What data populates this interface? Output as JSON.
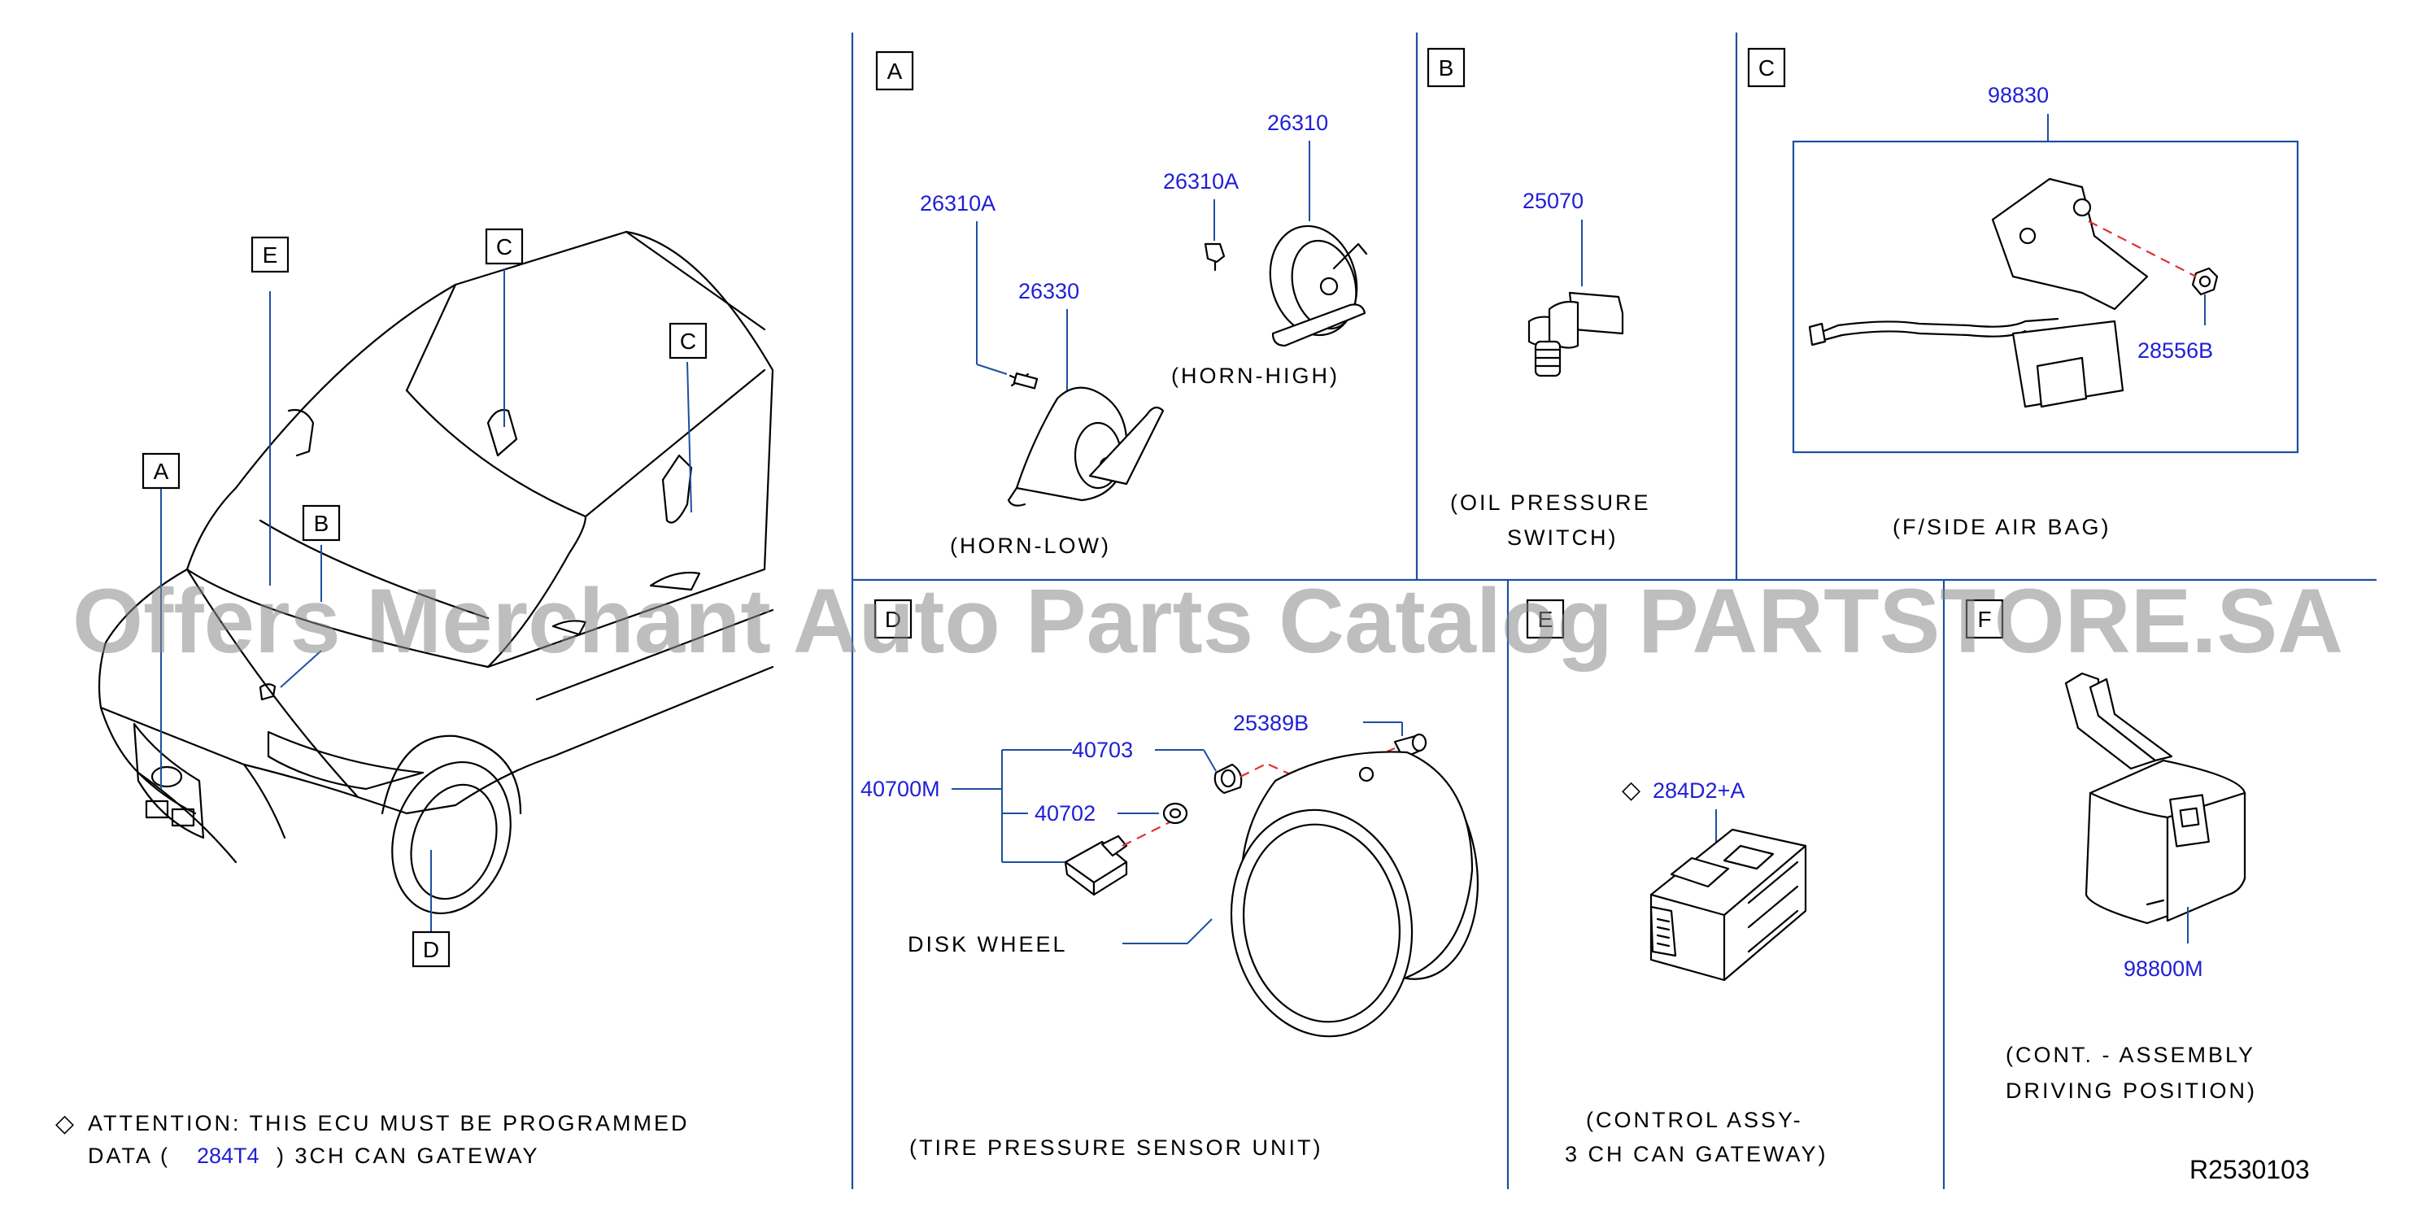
{
  "watermark": "Offers Merchant Auto Parts Catalog PARTSTORE.SA",
  "diagram_id": "R2530103",
  "colors": {
    "part_number": "#1f1fd6",
    "frame": "#1e4fa0",
    "dashed_line": "#e03030",
    "text": "#000000"
  },
  "car_overview": {
    "callouts": {
      "A": "A",
      "B": "B",
      "C1": "C",
      "C2": "C",
      "D": "D",
      "E": "E"
    }
  },
  "attention_note": {
    "symbol": "◇",
    "line1": "ATTENTION:  THIS  ECU  MUST  BE  PROGRAMMED",
    "line2_prefix": "DATA  (",
    "line2_part": "284T4",
    "line2_suffix": ")  3CH  CAN  GATEWAY"
  },
  "sections": {
    "A": {
      "label": "A",
      "parts": {
        "p1": "26310A",
        "p2": "26330",
        "p3": "26310A",
        "p4": "26310"
      },
      "captions": {
        "horn_low": "(HORN-LOW)",
        "horn_high": "(HORN-HIGH)"
      }
    },
    "B": {
      "label": "B",
      "parts": {
        "p1": "25070"
      },
      "caption_line1": "(OIL    PRESSURE",
      "caption_line2": "SWITCH)"
    },
    "C": {
      "label": "C",
      "parts": {
        "p1": "98830",
        "p2": "28556B"
      },
      "caption": "(F/SIDE    AIR    BAG)"
    },
    "D": {
      "label": "D",
      "parts": {
        "p1": "40700M",
        "p2": "40703",
        "p3": "40702",
        "p4": "25389B"
      },
      "disk_wheel": "DISK    WHEEL",
      "caption": "(TIRE    PRESSURE    SENSOR    UNIT)"
    },
    "E": {
      "label": "E",
      "parts": {
        "symbol": "◇",
        "p1": "284D2+A"
      },
      "caption_line1": "(CONTROL   ASSY-",
      "caption_line2": "3   CH   CAN   GATEWAY)"
    },
    "F": {
      "label": "F",
      "parts": {
        "p1": "98800M"
      },
      "caption_line1": "(CONT.    -    ASSEMBLY",
      "caption_line2": "DRIVING   POSITION)"
    }
  }
}
